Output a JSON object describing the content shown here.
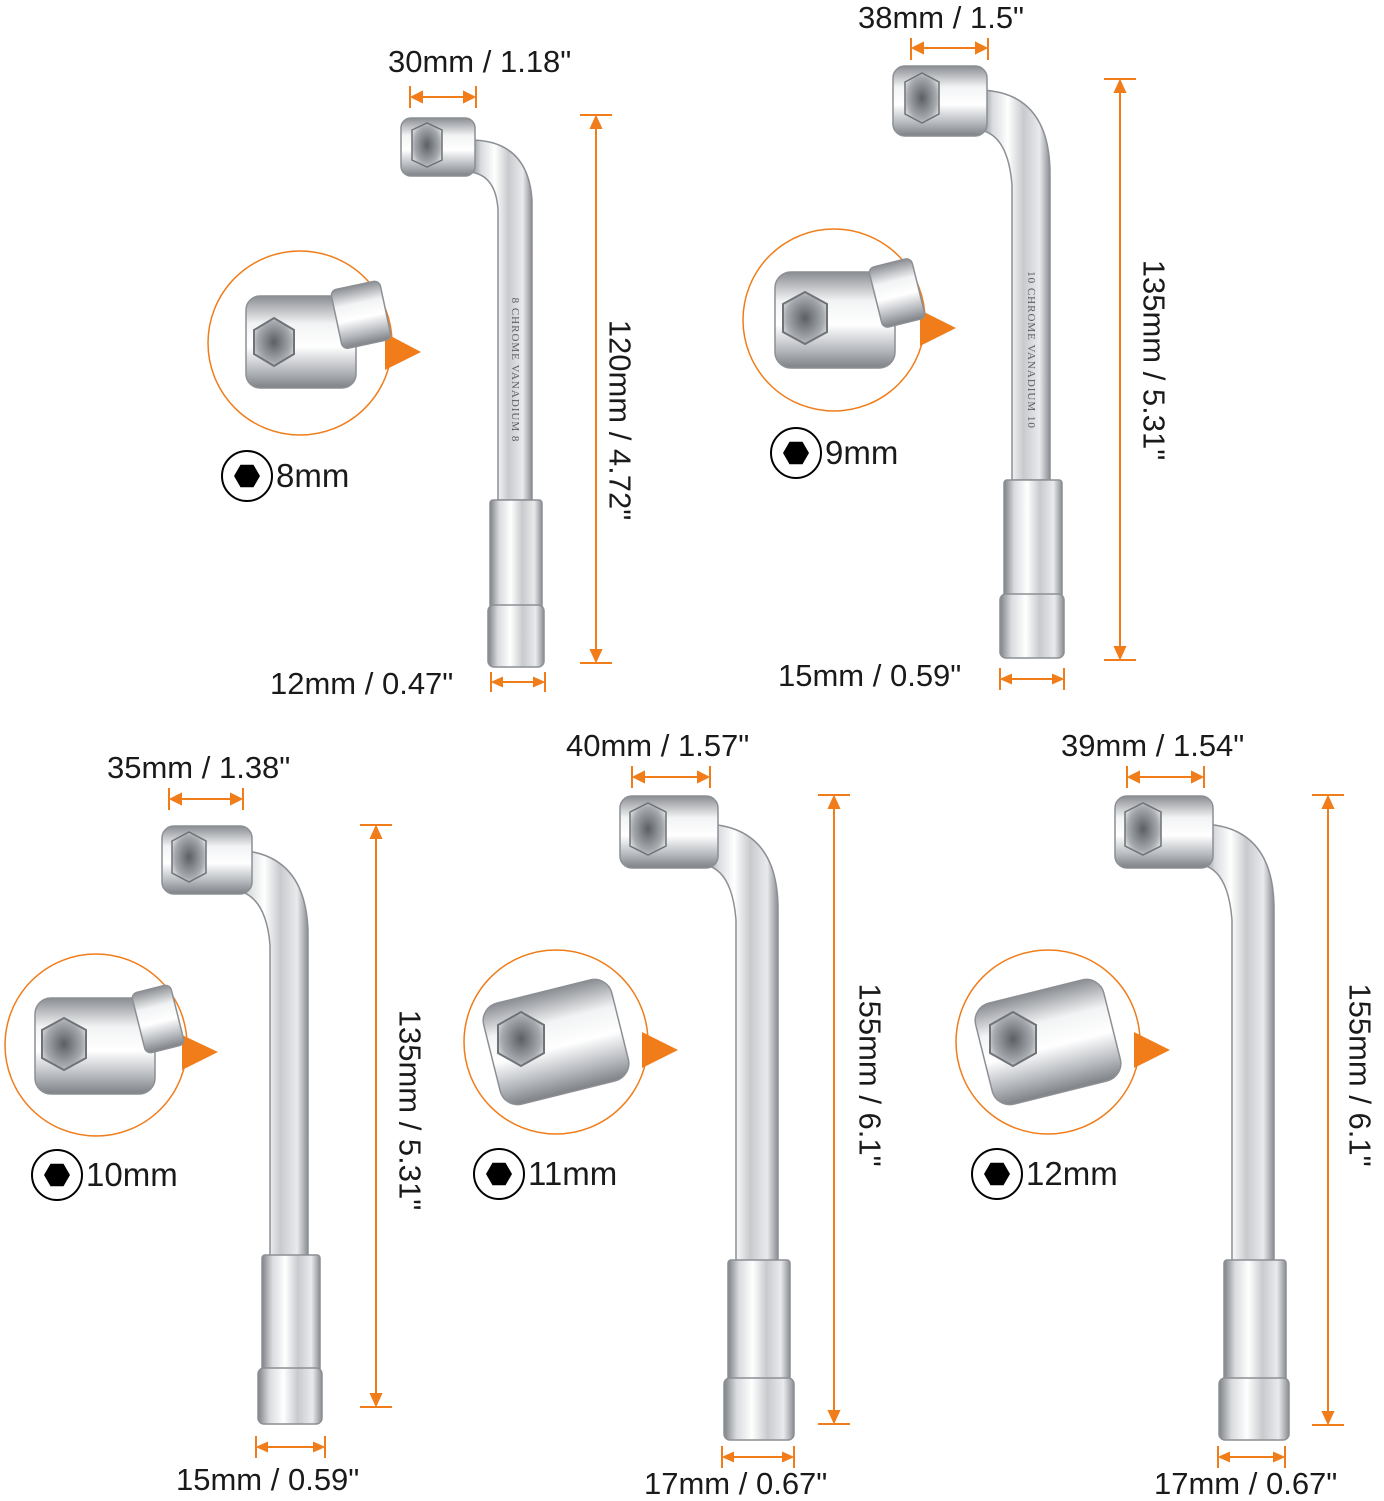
{
  "colors": {
    "accent": "#f07c1a",
    "chrome_dark": "#8c8f94",
    "chrome_light": "#f4f5f7",
    "badge": "#000000"
  },
  "wrenches": [
    {
      "id": "8mm",
      "size": "8mm",
      "top_width": "30mm / 1.18\"",
      "length": "120mm / 4.72\"",
      "bottom_width": "12mm / 0.47\"",
      "engraving": "8 CHROME VANADIUM 8"
    },
    {
      "id": "9mm",
      "size": "9mm",
      "top_width": "38mm / 1.5\"",
      "length": "135mm / 5.31\"",
      "bottom_width": "15mm / 0.59\"",
      "engraving": "10 CHROME VANADIUM 10"
    },
    {
      "id": "10mm",
      "size": "10mm",
      "top_width": "35mm / 1.38\"",
      "length": "135mm / 5.31\"",
      "bottom_width": "15mm / 0.59\"",
      "engraving": ""
    },
    {
      "id": "11mm",
      "size": "11mm",
      "top_width": "40mm / 1.57\"",
      "length": "155mm / 6.1\"",
      "bottom_width": "17mm / 0.67\"",
      "engraving": ""
    },
    {
      "id": "12mm",
      "size": "12mm",
      "top_width": "39mm / 1.54\"",
      "length": "155mm / 6.1\"",
      "bottom_width": "17mm / 0.67\"",
      "engraving": ""
    }
  ]
}
